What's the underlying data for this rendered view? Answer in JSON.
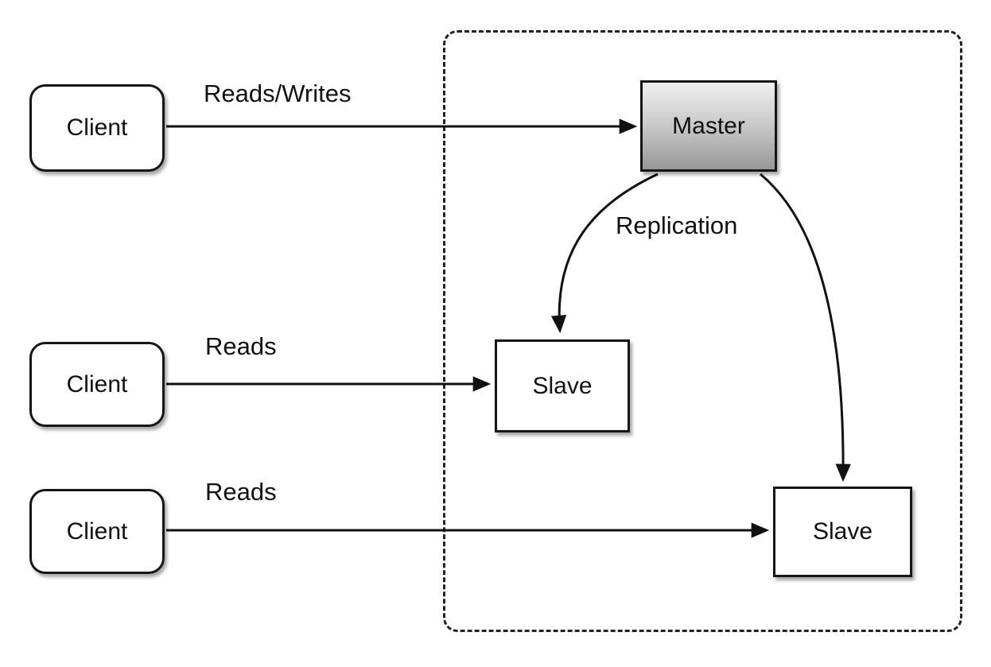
{
  "diagram": {
    "nodes": {
      "clients": [
        {
          "label": "Client"
        },
        {
          "label": "Client"
        },
        {
          "label": "Client"
        }
      ],
      "master": {
        "label": "Master"
      },
      "slaves": [
        {
          "label": "Slave"
        },
        {
          "label": "Slave"
        }
      ]
    },
    "edges": {
      "client1_to_master": {
        "label": "Reads/Writes"
      },
      "client2_to_slave1": {
        "label": "Reads"
      },
      "client3_to_slave2": {
        "label": "Reads"
      },
      "master_to_slaves": {
        "label": "Replication"
      }
    },
    "colors": {
      "stroke": "#111111",
      "node_fill": "#ffffff",
      "master_fill_top": "#f0f0f0",
      "master_fill_bottom": "#989898",
      "background": "#ffffff"
    }
  }
}
